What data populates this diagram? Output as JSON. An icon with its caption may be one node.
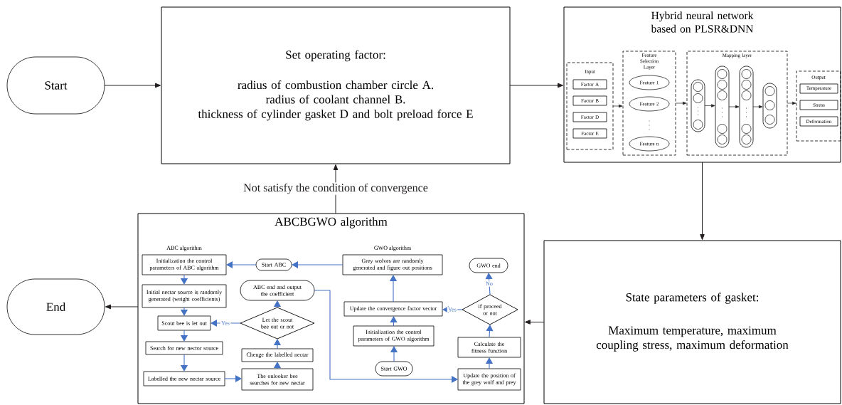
{
  "diagram": {
    "nodes": [
      {
        "text": [
          "Start"
        ]
      },
      {
        "text": [
          "Set operating factor:",
          "radius of combustion chamber circle A.",
          "radius of coolant channel B.",
          "thickness of cylinder gasket D and bolt preload force E"
        ]
      },
      {
        "text": [
          "Hybrid neural network based on PLSR&DNN"
        ]
      },
      {
        "text": [
          "Input"
        ],
        "in": 2
      },
      {
        "text": [
          "Factor A"
        ],
        "in": 3
      },
      {
        "text": [
          "Factor B"
        ],
        "in": 3
      },
      {
        "text": [
          "Factor D"
        ],
        "in": 3
      },
      {
        "text": [
          "Factor E"
        ],
        "in": 3
      },
      {
        "text": [
          "Feature Selection Layer"
        ],
        "in": 2
      },
      {
        "text": [
          "Feature 1"
        ],
        "in": 8
      },
      {
        "text": [
          "Feature 2"
        ],
        "in": 8
      },
      {
        "text": [
          "Feature n"
        ],
        "in": 8
      },
      {
        "text": [
          "Mapping layer"
        ],
        "in": 2
      },
      {
        "text": [],
        "shape": "bar",
        "in": 12
      },
      {
        "text": [],
        "shape": "bar",
        "in": 12
      },
      {
        "text": [],
        "shape": "bar",
        "in": 12
      },
      {
        "text": [],
        "shape": "bar",
        "in": 12
      },
      {
        "text": [
          "Output"
        ],
        "in": 2
      },
      {
        "text": [
          "Temperature"
        ],
        "in": 17
      },
      {
        "text": [
          "Stress"
        ],
        "in": 17
      },
      {
        "text": [
          "Deformation"
        ],
        "in": 17
      },
      {
        "text": [
          "ABCBGWO algorithm"
        ]
      },
      {
        "text": [
          "State parameters of gasket:",
          "Maximum temperature, maximum coupling stress, maximum deformation"
        ]
      },
      {
        "text": [
          "End"
        ]
      },
      {
        "text": [
          "Initialization the control parameters of ABC algorithm"
        ],
        "in": 21
      },
      {
        "text": [
          "Start ABC"
        ],
        "in": 21
      },
      {
        "text": [
          "Initial nectar source is randomly generated (weight coefficients)"
        ],
        "in": 21
      },
      {
        "text": [
          "ABC end and output the coefficient"
        ],
        "in": 21
      },
      {
        "text": [
          "Scout bee is let out"
        ],
        "in": 21
      },
      {
        "text": [
          "Let the scout bee out or not"
        ],
        "in": 21
      },
      {
        "text": [
          "Search for new nector source"
        ],
        "in": 21
      },
      {
        "text": [
          "Chenge the labelled nectar"
        ],
        "in": 21
      },
      {
        "text": [
          "Labelled the new nectar source"
        ],
        "in": 21
      },
      {
        "text": [
          "The onlooker bee searches for new nectar"
        ],
        "in": 21
      },
      {
        "text": [
          "Grey wolves are randomly generated and figure out positions"
        ],
        "in": 21
      },
      {
        "text": [
          "GWO end"
        ],
        "in": 21
      },
      {
        "text": [
          "Update the convergence factor vector"
        ],
        "in": 21
      },
      {
        "text": [
          "if proceed or not"
        ],
        "in": 21
      },
      {
        "text": [
          "Initialization the control parameters of GWO algorithm"
        ],
        "in": 21
      },
      {
        "text": [
          "Calculate the fitness function"
        ],
        "in": 21
      },
      {
        "text": [
          "Start GWO"
        ],
        "in": 21
      },
      {
        "text": [
          "Update the position of the grey wolf and prey"
        ],
        "in": 21
      }
    ],
    "edges": [
      {
        "from": 0,
        "to": 1,
        "arrow": "to",
        "color": "#231f20"
      },
      {
        "from": 1,
        "to": 2,
        "arrow": "to",
        "color": "#231f20"
      },
      {
        "from": 2,
        "to": 22,
        "arrow": "to",
        "color": "#231f20"
      },
      {
        "from": 22,
        "to": 21,
        "arrow": "to",
        "color": "#231f20"
      },
      {
        "from": 21,
        "to": 23,
        "arrow": "to",
        "color": "#231f20"
      },
      {
        "from": 21,
        "to": 1,
        "arrow": "to",
        "label": "Not satisfy the condition of convergence",
        "color": "#231f20"
      },
      {
        "from": 3,
        "to": 8,
        "arrow": "to",
        "color": "#231f20"
      },
      {
        "from": 8,
        "to": 12,
        "arrow": "to",
        "color": "#231f20"
      },
      {
        "from": 13,
        "to": 14,
        "arrow": "to",
        "color": "#231f20"
      },
      {
        "from": 14,
        "to": 15,
        "arrow": "to",
        "color": "#231f20"
      },
      {
        "from": 15,
        "to": 16,
        "arrow": "to",
        "color": "#231f20"
      },
      {
        "from": 12,
        "to": 17,
        "arrow": "to",
        "color": "#231f20"
      },
      {
        "from": 25,
        "to": 24,
        "arrow": "to"
      },
      {
        "from": 24,
        "to": 26,
        "arrow": "to"
      },
      {
        "from": 26,
        "to": 28,
        "arrow": "to"
      },
      {
        "from": 28,
        "to": 30,
        "arrow": "to"
      },
      {
        "from": 30,
        "to": 32,
        "arrow": "to"
      },
      {
        "from": 32,
        "to": 33,
        "arrow": "to"
      },
      {
        "from": 33,
        "to": 31,
        "arrow": "to"
      },
      {
        "from": 31,
        "to": 29,
        "arrow": "to"
      },
      {
        "from": 29,
        "to": 28,
        "arrow": "to",
        "label": "Yes"
      },
      {
        "from": 29,
        "to": 27,
        "arrow": "to"
      },
      {
        "from": 34,
        "to": 25,
        "arrow": "to"
      },
      {
        "from": 27,
        "to": 41,
        "arrow": "to"
      },
      {
        "from": 40,
        "to": 38,
        "arrow": "to"
      },
      {
        "from": 38,
        "to": 36,
        "arrow": "to"
      },
      {
        "from": 36,
        "to": 34,
        "arrow": "to"
      },
      {
        "from": 41,
        "to": 39,
        "arrow": "to"
      },
      {
        "from": 39,
        "to": 37,
        "arrow": "to"
      },
      {
        "from": 37,
        "to": 36,
        "arrow": "to",
        "label": "Yes"
      },
      {
        "from": 37,
        "to": 35,
        "arrow": "to",
        "label": "No"
      }
    ],
    "labels": [
      "ABC algorithm",
      "GWO algorithm"
    ]
  }
}
